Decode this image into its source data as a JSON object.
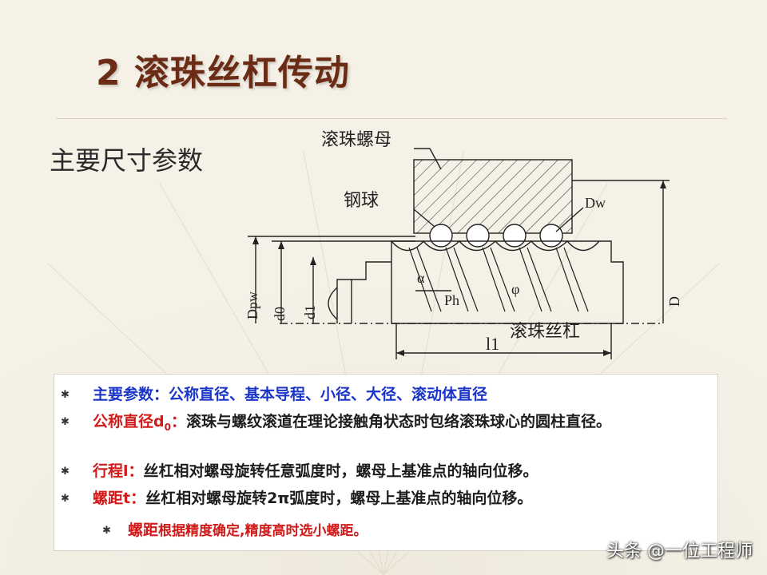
{
  "slide": {
    "title": "2 滚珠丝杠传动",
    "subtitle": "主要尺寸参数"
  },
  "diagram": {
    "labels": {
      "nut": "滚珠螺母",
      "ball": "钢球",
      "dw": "Dw",
      "dpw": "Dpw",
      "d0": "d0",
      "d1": "d1",
      "D": "D",
      "alpha": "α",
      "ph": "Ph",
      "phi": "φ",
      "screw": "滚珠丝杠",
      "l1": "l1"
    }
  },
  "bullets": [
    {
      "prefix": "",
      "text": "主要参数：公称直径、基本导程、小径、大径、滚动体直径"
    },
    {
      "prefix": "公称直径d",
      "prefix_sub": "0",
      "prefix_tail": "：",
      "text": "滚珠与螺纹滚道在理论接触角状态时包络滚珠球心的圆柱直径。"
    },
    {
      "prefix": "行程l：",
      "text": "丝杠相对螺母旋转任意弧度时，螺母上基准点的轴向位移。"
    },
    {
      "prefix": "螺距t：",
      "text": "丝杠相对螺母旋转2π弧度时，螺母上基准点的轴向位移。"
    },
    {
      "prefix": "螺距",
      "text": "根据精度确定,精度高时选小螺距。"
    }
  ],
  "watermark": "头条 @一位工程师",
  "colors": {
    "title": "#6b2b14",
    "blue": "#1a35c8",
    "red": "#d11a1a"
  }
}
